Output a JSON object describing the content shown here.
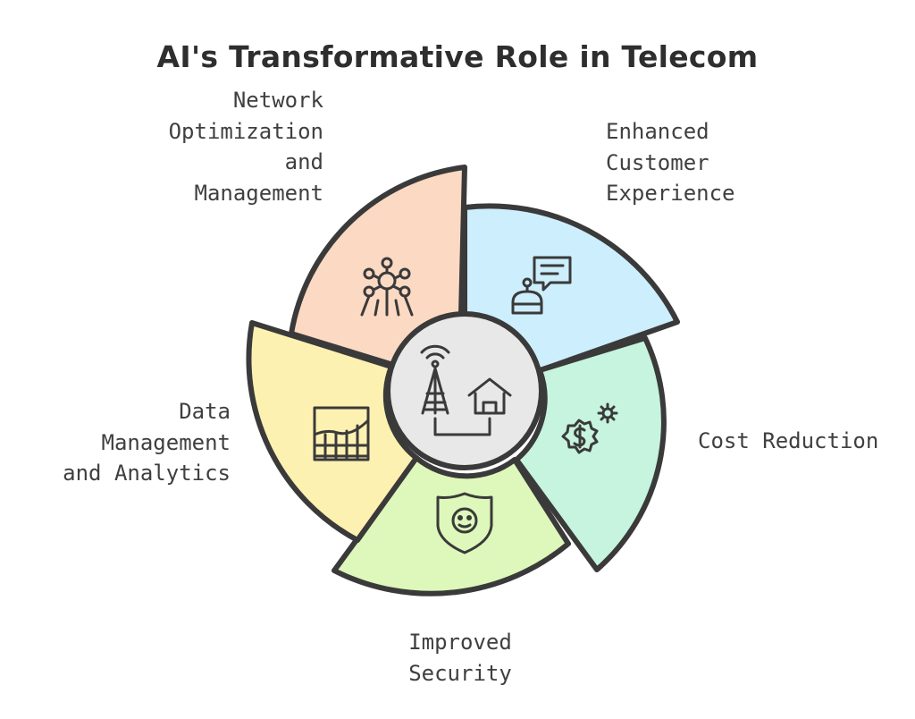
{
  "title": "AI's Transformative Role in Telecom",
  "center": {
    "icon": "cell-tower-and-home-icon"
  },
  "segments": [
    {
      "key": "network",
      "lines": [
        "Network",
        "Optimization",
        "and",
        "Management"
      ],
      "icon": "network-nodes-icon",
      "color": "#fbd9c3"
    },
    {
      "key": "customer",
      "lines": [
        "Enhanced",
        "Customer",
        "Experience"
      ],
      "icon": "chatbot-icon",
      "color": "#cdeefc"
    },
    {
      "key": "cost",
      "lines": [
        "Cost Reduction"
      ],
      "icon": "dollar-gear-icon",
      "color": "#c6f4de"
    },
    {
      "key": "security",
      "lines": [
        "Improved",
        "Security"
      ],
      "icon": "shield-face-icon",
      "color": "#def7bb"
    },
    {
      "key": "data",
      "lines": [
        "Data",
        "Management",
        "and Analytics"
      ],
      "icon": "bar-chart-grid-icon",
      "color": "#fdf1b2"
    }
  ]
}
